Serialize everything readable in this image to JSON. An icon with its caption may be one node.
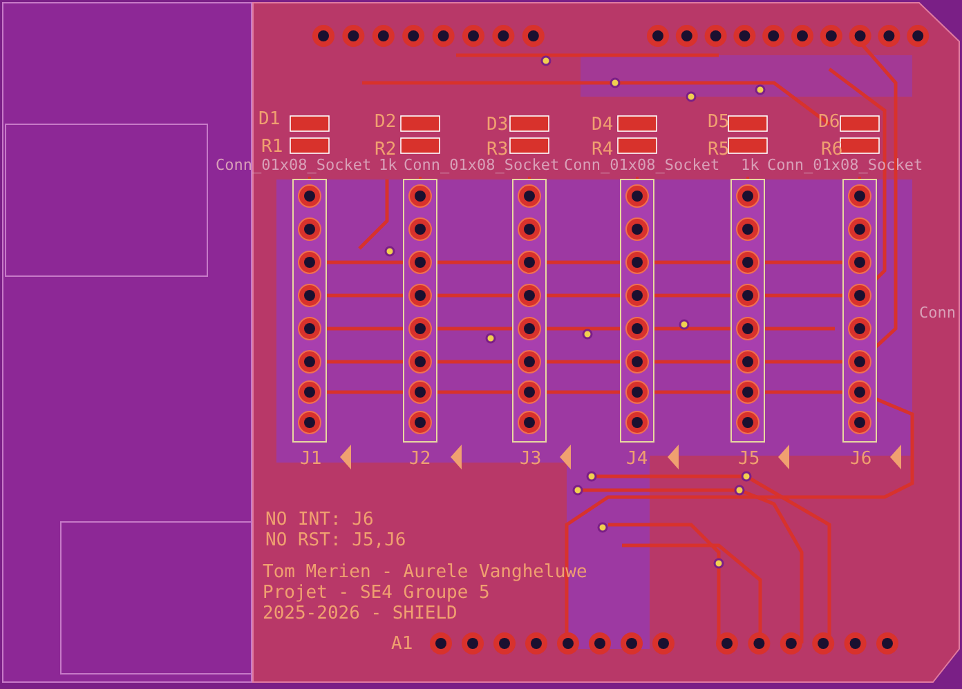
{
  "diagram": {
    "labels": [
      "D1",
      "D2",
      "D3",
      "D4",
      "D5",
      "D6",
      "R1",
      "R2",
      "R3",
      "R4",
      "R5",
      "R6",
      "Conn_01x08_Socket",
      "1k",
      "Conn_01x08_Socket",
      "Conn_01x08_Socket",
      "1k",
      "Conn_01x08_Socket",
      "Conn",
      "J1",
      "J2",
      "J3",
      "J4",
      "J5",
      "J6",
      "NO INT: J6",
      "NO RST: J5,J6",
      "Tom Merien - Aurele Vangheluwe",
      "Projet - SE4 Groupe 5",
      "2025-2026 - SHIELD",
      "A1"
    ]
  }
}
